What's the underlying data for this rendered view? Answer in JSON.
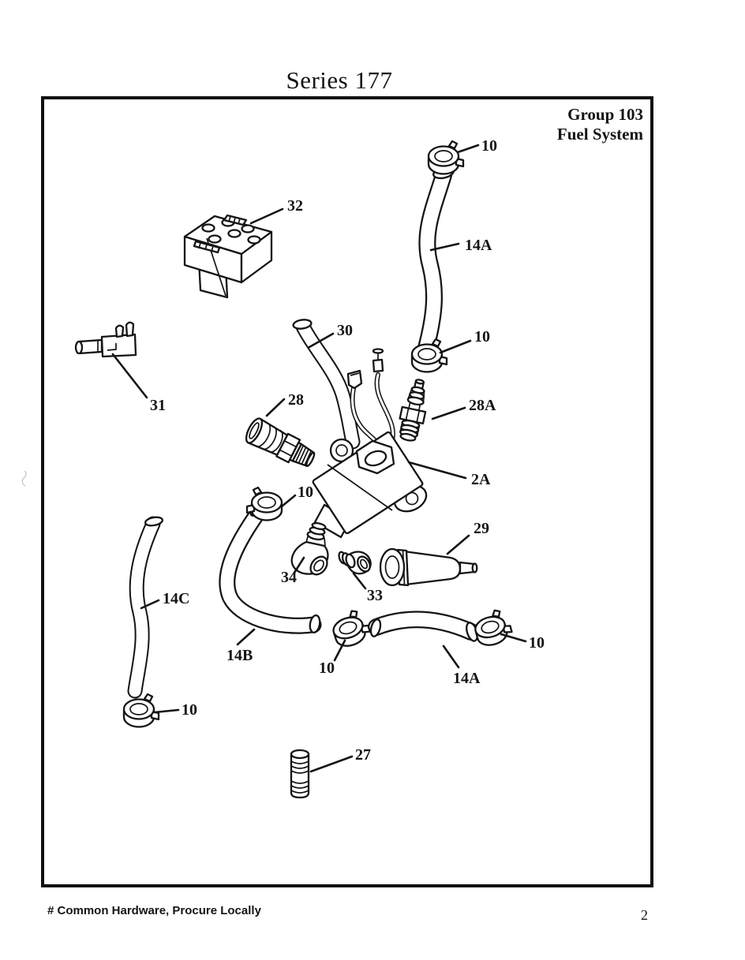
{
  "page": {
    "title": "Series 177",
    "group": {
      "line1": "Group 103",
      "line2": "Fuel System"
    },
    "footer_note": "# Common Hardware, Procure Locally",
    "page_number": "2"
  },
  "diagram": {
    "callouts": [
      {
        "id": "clamp-top",
        "label": "10"
      },
      {
        "id": "hose-upper-right",
        "label": "14A"
      },
      {
        "id": "clamp-upper-mid",
        "label": "10"
      },
      {
        "id": "manifold-block",
        "label": "32"
      },
      {
        "id": "hose-center",
        "label": "30"
      },
      {
        "id": "bracket",
        "label": "31"
      },
      {
        "id": "threaded-fitting",
        "label": "28"
      },
      {
        "id": "barbed-fitting",
        "label": "28A"
      },
      {
        "id": "fuel-pump",
        "label": "2A"
      },
      {
        "id": "clamp-mid-left",
        "label": "10"
      },
      {
        "id": "elbow-large",
        "label": "34"
      },
      {
        "id": "elbow-small",
        "label": "33"
      },
      {
        "id": "fuel-filter",
        "label": "29"
      },
      {
        "id": "hose-left",
        "label": "14C"
      },
      {
        "id": "hose-lower-left",
        "label": "14B"
      },
      {
        "id": "clamp-bottom-center",
        "label": "10"
      },
      {
        "id": "hose-bottom",
        "label": "14A"
      },
      {
        "id": "clamp-bottom-right",
        "label": "10"
      },
      {
        "id": "clamp-left-bottom",
        "label": "10"
      },
      {
        "id": "plug",
        "label": "27"
      }
    ]
  }
}
